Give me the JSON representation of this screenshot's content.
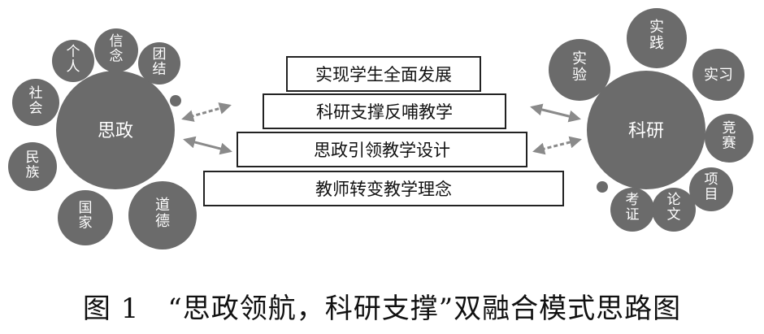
{
  "left_hub": {
    "center": "思政",
    "satellites": [
      "社会",
      "个人",
      "信念",
      "团结",
      "民族",
      "国家",
      "道德"
    ]
  },
  "right_hub": {
    "center": "科研",
    "satellites": [
      "实验",
      "实践",
      "实习",
      "竞赛",
      "项目",
      "论文",
      "考证"
    ]
  },
  "steps": [
    "实现学生全面发展",
    "科研支撑反哺教学",
    "思政引领教学设计",
    "教师转变教学理念"
  ],
  "caption": "图 1　“思政领航，科研支撑”双融合模式思路图",
  "colors": {
    "circle": "#6b6b6b",
    "text": "#ffffff",
    "box_border": "#222222",
    "arrow": "#8a8a8a"
  }
}
